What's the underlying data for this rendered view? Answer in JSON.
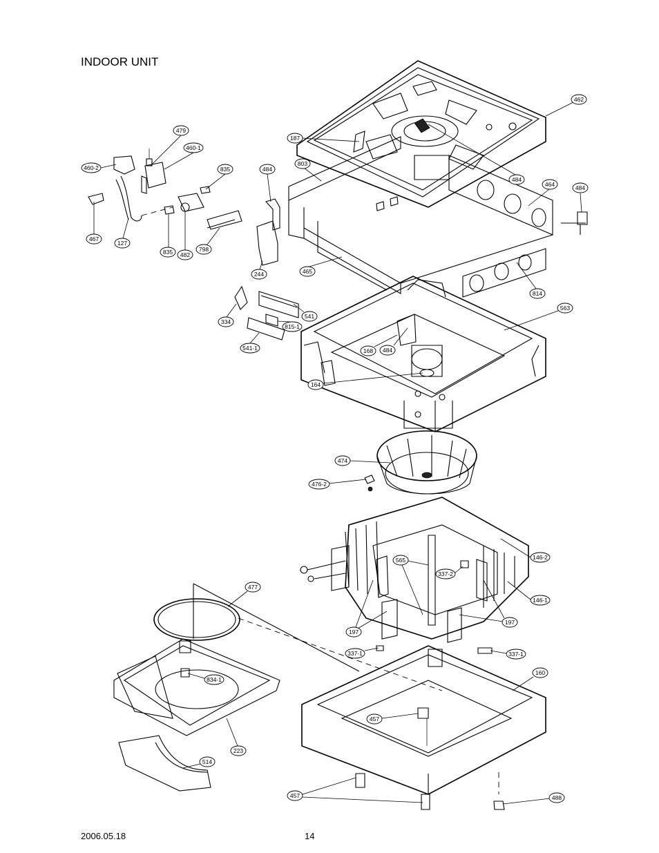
{
  "title": "INDOOR UNIT",
  "footer": {
    "date": "2006.05.18",
    "page": "14"
  },
  "callouts": [
    {
      "id": "c462",
      "label": "462"
    },
    {
      "id": "c187",
      "label": "187"
    },
    {
      "id": "c479",
      "label": "479"
    },
    {
      "id": "c460-1",
      "label": "460-1"
    },
    {
      "id": "c460-2",
      "label": "460-2"
    },
    {
      "id": "c835a",
      "label": "835"
    },
    {
      "id": "c484a",
      "label": "484"
    },
    {
      "id": "c803",
      "label": "803"
    },
    {
      "id": "c484b",
      "label": "484"
    },
    {
      "id": "c464",
      "label": "464"
    },
    {
      "id": "c484c",
      "label": "484"
    },
    {
      "id": "c467",
      "label": "467"
    },
    {
      "id": "c127",
      "label": "127"
    },
    {
      "id": "c835b",
      "label": "835"
    },
    {
      "id": "c482",
      "label": "482"
    },
    {
      "id": "c798",
      "label": "798"
    },
    {
      "id": "c244",
      "label": "244"
    },
    {
      "id": "c465",
      "label": "465"
    },
    {
      "id": "c814",
      "label": "814"
    },
    {
      "id": "c563",
      "label": "563"
    },
    {
      "id": "c334",
      "label": "334"
    },
    {
      "id": "c541",
      "label": "541"
    },
    {
      "id": "c815-1",
      "label": "815-1"
    },
    {
      "id": "c541-1",
      "label": "541-1"
    },
    {
      "id": "c168",
      "label": "168"
    },
    {
      "id": "c484d",
      "label": "484"
    },
    {
      "id": "c164",
      "label": "164"
    },
    {
      "id": "c474",
      "label": "474"
    },
    {
      "id": "c476-2",
      "label": "476-2"
    },
    {
      "id": "c146-2",
      "label": "146-2"
    },
    {
      "id": "c565",
      "label": "565"
    },
    {
      "id": "c337-2",
      "label": "337-2"
    },
    {
      "id": "c477",
      "label": "477"
    },
    {
      "id": "c146-1",
      "label": "146-1"
    },
    {
      "id": "c197a",
      "label": "197"
    },
    {
      "id": "c197b",
      "label": "197"
    },
    {
      "id": "c337-1a",
      "label": "337-1"
    },
    {
      "id": "c337-1b",
      "label": "337-1"
    },
    {
      "id": "c160",
      "label": "160"
    },
    {
      "id": "c834-1",
      "label": "834-1"
    },
    {
      "id": "c457a",
      "label": "457"
    },
    {
      "id": "c223",
      "label": "223"
    },
    {
      "id": "c514",
      "label": "514"
    },
    {
      "id": "c457b",
      "label": "457"
    },
    {
      "id": "c488",
      "label": "488"
    }
  ]
}
